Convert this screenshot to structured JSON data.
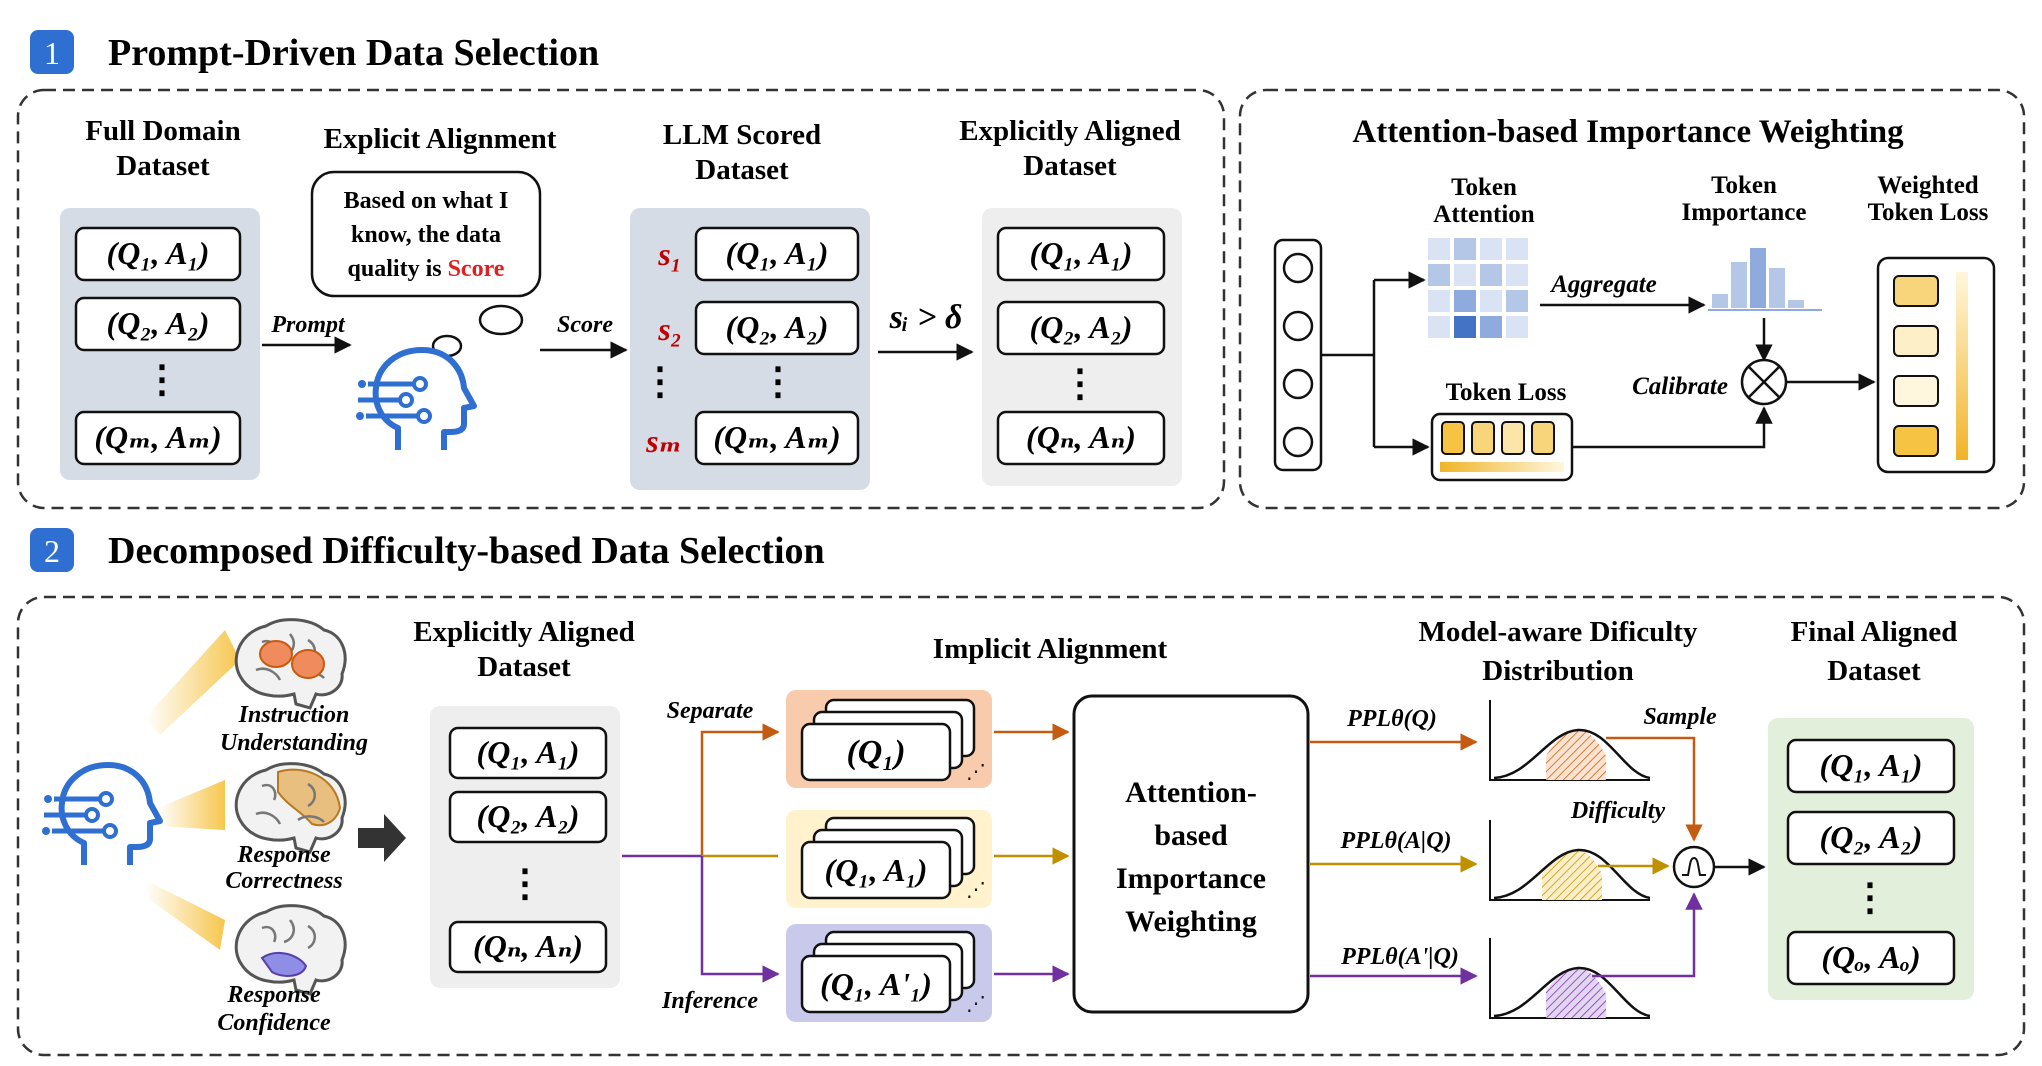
{
  "section1": {
    "number": "1",
    "title": "Prompt-Driven Data Selection"
  },
  "section2": {
    "number": "2",
    "title": "Decomposed Difficulty-based Data Selection"
  },
  "p1": {
    "full_domain_l1": "Full Domain",
    "full_domain_l2": "Dataset",
    "explicit_alignment": "Explicit Alignment",
    "bubble_l1": "Based on what I",
    "bubble_l2": "know, the data",
    "bubble_l3": "quality is",
    "bubble_score": "Score",
    "prompt": "Prompt",
    "score": "Score",
    "llm_scored_l1": "LLM Scored",
    "llm_scored_l2": "Dataset",
    "threshold": "sᵢ > δ",
    "aligned_l1": "Explicitly Aligned",
    "aligned_l2": "Dataset",
    "full_rows": [
      "(Q₁, A₁)",
      "(Q₂, A₂)",
      "(Qₘ, Aₘ)"
    ],
    "scored_labels": [
      "s₁",
      "s₂",
      "sₘ"
    ],
    "aligned_rows": [
      "(Q₁, A₁)",
      "(Q₂, A₂)",
      "(Qₙ, Aₙ)"
    ],
    "vdots": "⋮"
  },
  "p2": {
    "title": "Attention-based Importance Weighting",
    "token_attention_l1": "Token",
    "token_attention_l2": "Attention",
    "token_importance_l1": "Token",
    "token_importance_l2": "Importance",
    "weighted_l1": "Weighted",
    "weighted_l2": "Token Loss",
    "aggregate": "Aggregate",
    "token_loss": "Token Loss",
    "calibrate": "Calibrate",
    "multiply": "⊗"
  },
  "p3": {
    "brain1_l1": "Instruction",
    "brain1_l2": "Understanding",
    "brain2_l1": "Response",
    "brain2_l2": "Correctness",
    "brain3_l1": "Response",
    "brain3_l2": "Confidence",
    "aligned_l1": "Explicitly Aligned",
    "aligned_l2": "Dataset",
    "aligned_rows": [
      "(Q₁, A₁)",
      "(Q₂, A₂)",
      "(Qₙ, Aₙ)"
    ],
    "implicit": "Implicit Alignment",
    "separate": "Separate",
    "inference": "Inference",
    "stack_q": "(Q₁)",
    "stack_qa": "(Q₁, A₁)",
    "stack_qa2": "(Q₁, A'₁)",
    "aiw_l1": "Attention-",
    "aiw_l2": "based",
    "aiw_l3": "Importance",
    "aiw_l4": "Weighting",
    "mad_l1": "Model-aware Dificulty",
    "mad_l2": "Distribution",
    "ppl1": "PPLθ(Q)",
    "ppl2": "PPLθ(A|Q)",
    "ppl3": "PPLθ(A'|Q)",
    "sample": "Sample",
    "difficulty": "Difficulty",
    "final_l1": "Final Aligned",
    "final_l2": "Dataset",
    "final_rows": [
      "(Q₁, A₁)",
      "(Q₂, A₂)",
      "(Qₒ, Aₒ)"
    ]
  },
  "colors": {
    "accent_red": "#c00000",
    "orange": "#c55a11",
    "gold": "#bf9000",
    "purple": "#7030a0",
    "blue_badge": "#2f6fd1"
  }
}
